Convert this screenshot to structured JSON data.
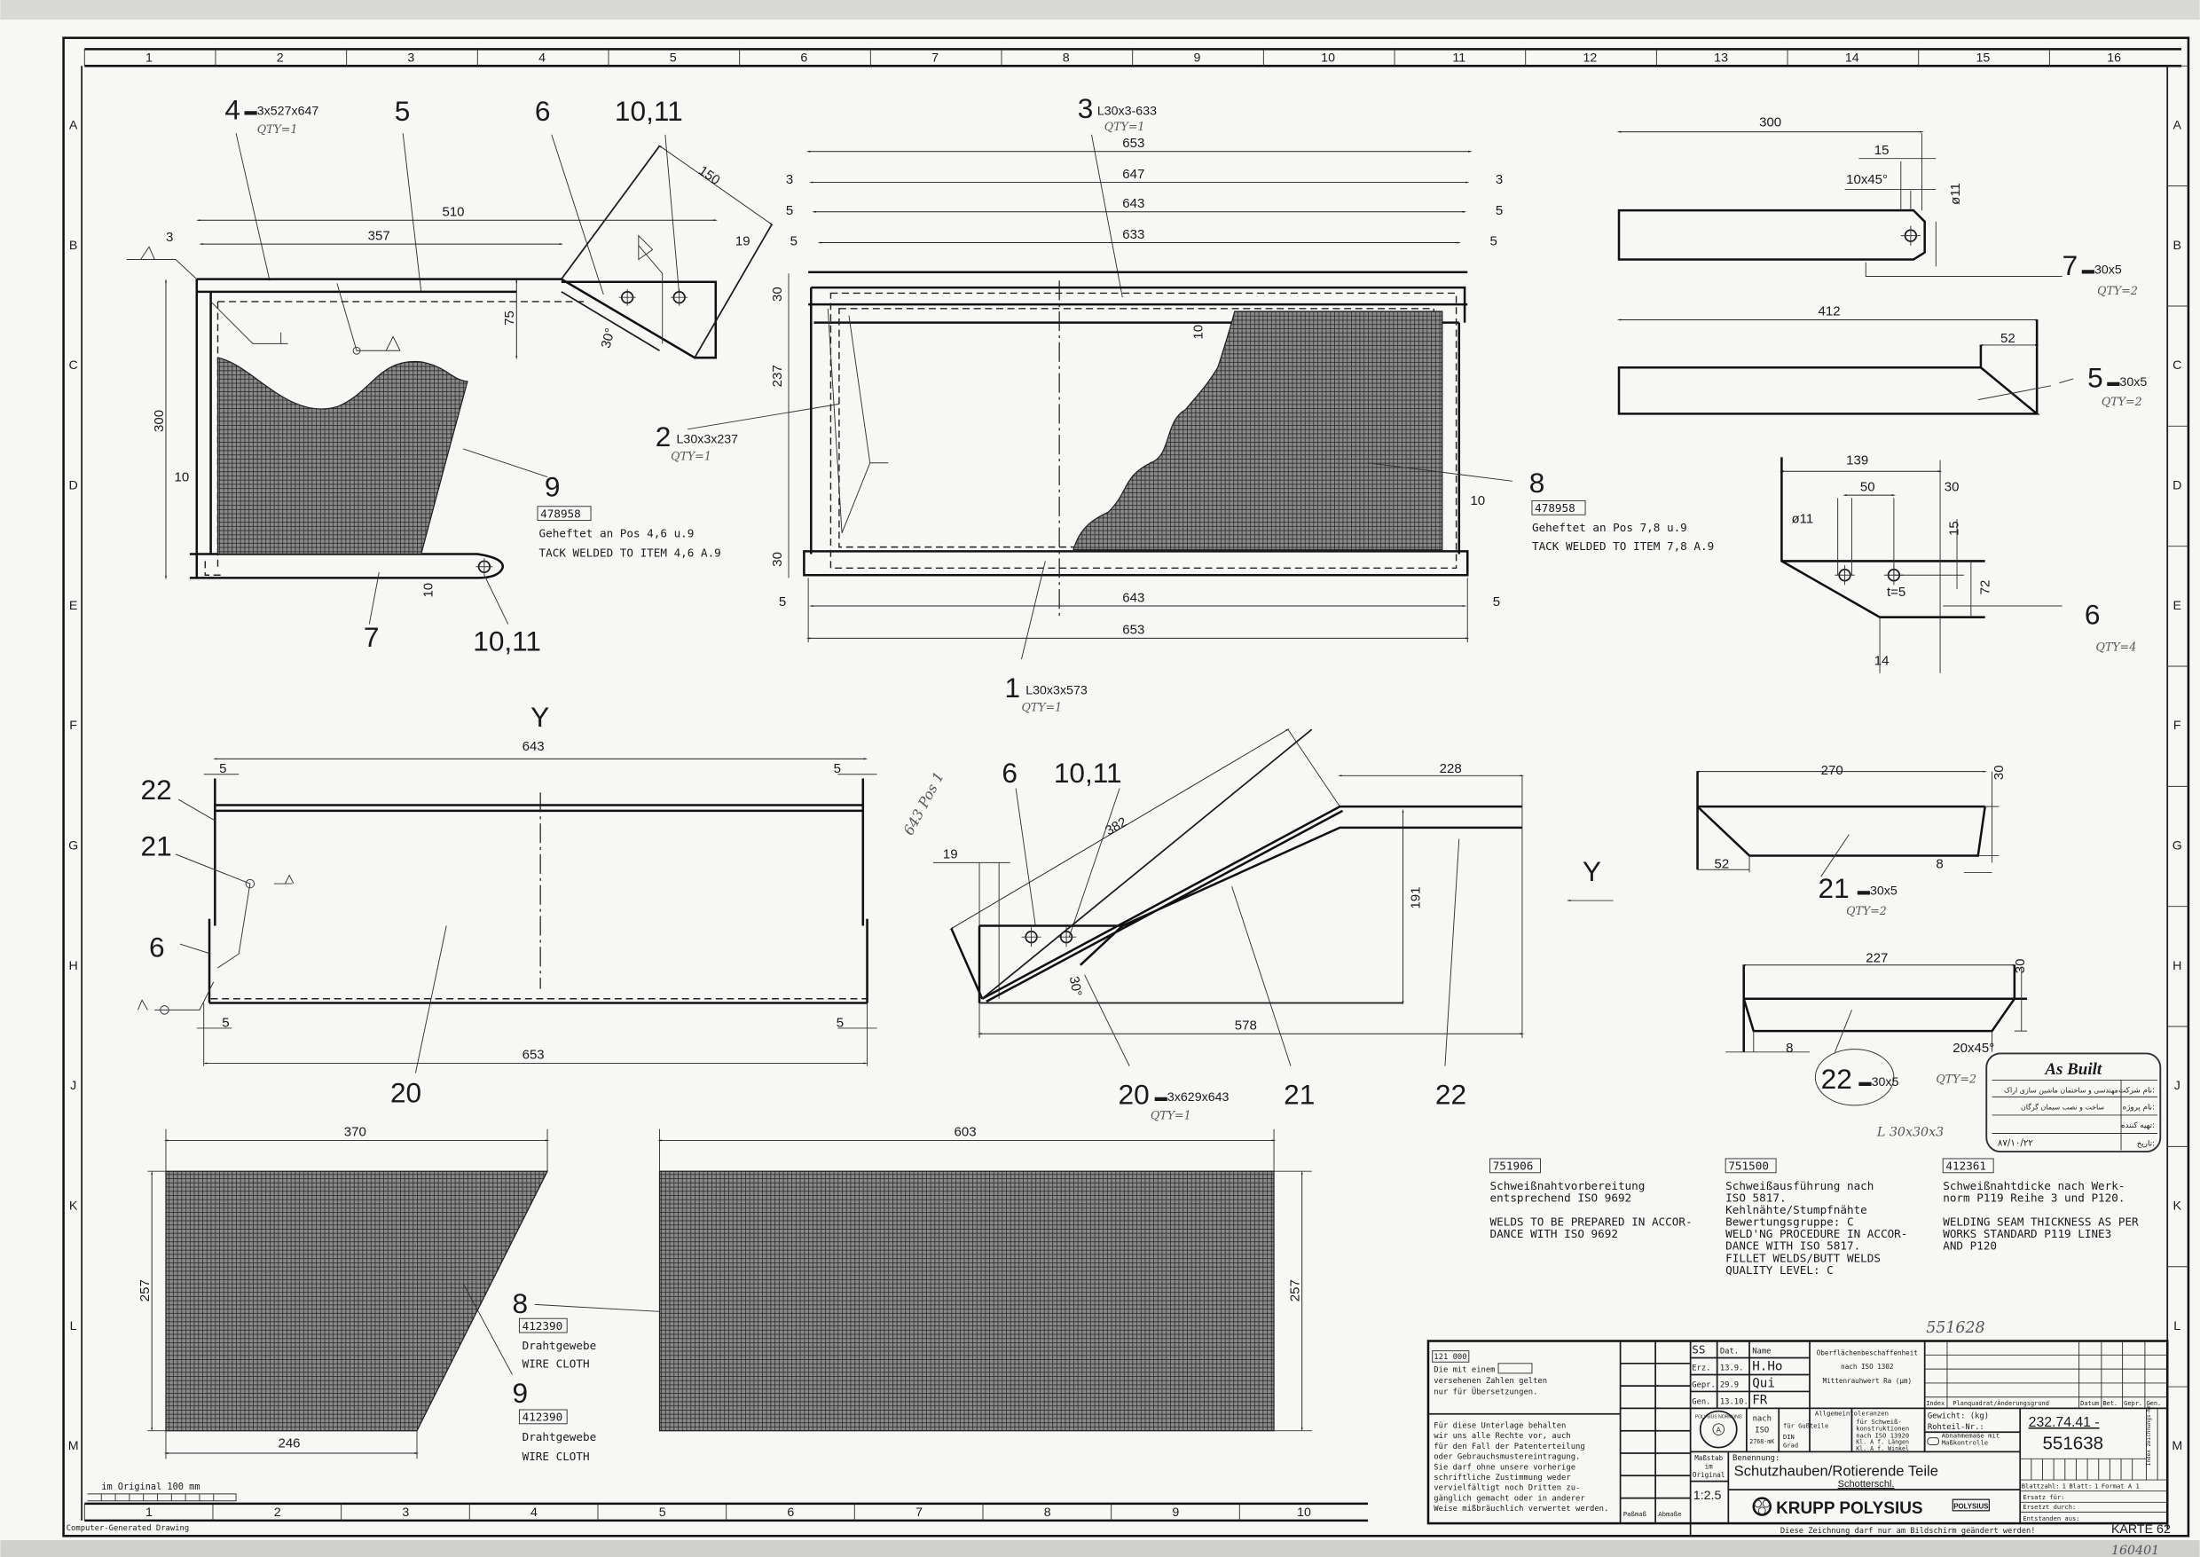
{
  "sheet": {
    "columns": [
      "1",
      "2",
      "3",
      "4",
      "5",
      "6",
      "7",
      "8",
      "9",
      "10",
      "11",
      "12",
      "13",
      "14",
      "15",
      "16"
    ],
    "rows": [
      "A",
      "B",
      "C",
      "D",
      "E",
      "F",
      "G",
      "H",
      "J",
      "K",
      "L",
      "M"
    ],
    "bottom_columns": [
      "1",
      "2",
      "3",
      "4",
      "5",
      "6",
      "7",
      "8",
      "9",
      "10"
    ],
    "footer_text": "Computer-Generated Drawing",
    "scale_bar_label": "im Original 100 mm",
    "card_label": "KARTE 62",
    "handwritten_code": "160401"
  },
  "view_top_left": {
    "item4": {
      "num": "4",
      "spec": "▬3x527x647",
      "qty": "QTY=1"
    },
    "item5": "5",
    "item6": "6",
    "item10_11_top": "10,11",
    "item7": "7",
    "item10_11_bottom": "10,11",
    "item9": "9",
    "dims": {
      "d510": "510",
      "d357": "357",
      "d3": "3",
      "d19": "19",
      "d150": "150",
      "d75": "75",
      "d300": "300",
      "d10a": "10",
      "d10b": "10",
      "angle": "30°"
    },
    "item2": {
      "num": "2",
      "spec": "L30x3x237",
      "qty": "QTY=1"
    },
    "note": {
      "code": "478958",
      "de": "Geheftet an Pos 4,6 u.9",
      "en": "TACK WELDED TO ITEM 4,6 A.9"
    }
  },
  "view_top_middle": {
    "item3": {
      "num": "3",
      "spec": "L30x3-633",
      "qty": "QTY=1"
    },
    "item1": {
      "num": "1",
      "spec": "L30x3x573",
      "qty": "QTY=1"
    },
    "item8": "8",
    "dims": {
      "d653": "653",
      "d647": "647",
      "d643": "643",
      "d633": "633",
      "d3": "3",
      "d5": "5",
      "d30": "30",
      "d237": "237",
      "d10": "10",
      "d643b": "643",
      "d653b": "653"
    },
    "note": {
      "code": "478958",
      "de": "Geheftet an Pos 7,8 u.9",
      "en": "TACK WELDED TO ITEM 7,8 A.9"
    }
  },
  "details_right": {
    "part7": {
      "num": "7",
      "spec": "▬30x5",
      "qty": "QTY=2",
      "d300": "300",
      "d15": "15",
      "chamfer": "10x45°",
      "hole": "ø11"
    },
    "part5": {
      "num": "5",
      "spec": "▬30x5",
      "qty": "QTY=2",
      "d412": "412",
      "d52": "52"
    },
    "part6": {
      "num": "6",
      "qty": "QTY=4",
      "d139": "139",
      "d50": "50",
      "d30": "30",
      "hole": "ø11",
      "d15": "15",
      "thickness": "t=5",
      "d72": "72",
      "d14": "14"
    },
    "part21": {
      "num": "21",
      "spec": "▬30x5",
      "qty": "QTY=2",
      "d270": "270",
      "d30": "30",
      "d52": "52",
      "d8": "8"
    },
    "part22": {
      "num": "22",
      "spec": "▬30x5",
      "qty": "QTY=2",
      "d227": "227",
      "d30": "30",
      "d8": "8",
      "chamfer": "20x45°",
      "hand_note": "L 30x30x3"
    }
  },
  "view_y": {
    "title": "Y",
    "d643": "643",
    "d653": "653",
    "d5": "5",
    "item22": "22",
    "item21": "21",
    "item6": "6",
    "item20": "20"
  },
  "view_side": {
    "item6": "6",
    "item10_11": "10,11",
    "d382": "382",
    "d19": "19",
    "d228": "228",
    "d191": "191",
    "d578": "578",
    "angle": "30°",
    "item20": {
      "num": "20",
      "spec": "▬3x629x643",
      "qty": "QTY=1"
    },
    "item21": "21",
    "item22": "22",
    "view_arrow": "Y",
    "hand_note": "643 Pos 1"
  },
  "weld_notes": [
    {
      "code": "751906",
      "lines": [
        "Schweißnahtvorbereitung",
        "entsprechend ISO 9692",
        "",
        "WELDS TO BE PREPARED IN ACCOR-",
        "DANCE WITH ISO 9692"
      ]
    },
    {
      "code": "751500",
      "lines": [
        "Schweißausführung nach",
        "ISO 5817.",
        "Kehlnähte/Stumpfnähte",
        "Bewertungsgruppe: C",
        "WELD'NG PROCEDURE IN ACCOR-",
        "DANCE WITH ISO 5817.",
        "FILLET WELDS/BUTT WELDS",
        "QUALITY LEVEL: C"
      ]
    },
    {
      "code": "412361",
      "lines": [
        "Schweißnahtdicke nach Werk-",
        "norm P119 Reihe 3 und P120.",
        "",
        "WELDING SEAM THICKNESS AS PER",
        "WORKS STANDARD P119 LINE3",
        "AND P120"
      ]
    }
  ],
  "as_built_stamp": {
    "title": "As Built",
    "company_label": "نام شرکت:",
    "company": "مهندسی و ساختمان ماشین سازی اراک",
    "project_label": "نام پروژه:",
    "project": "ساخت و نصب سیمان گرگان",
    "prepared_label": "تهیه کننده:",
    "date_label": "تاریخ:",
    "date": "۸۷/۱۰/۲۲"
  },
  "hand_ref": "551628",
  "mesh_parts": {
    "part9": {
      "d370": "370",
      "d257": "257",
      "d246": "246",
      "num": "9",
      "code": "412390",
      "de": "Drahtgewebe",
      "en": "WIRE CLOTH"
    },
    "part8": {
      "d603": "603",
      "d257": "257",
      "num": "8",
      "code": "412390",
      "de": "Drahtgewebe",
      "en": "WIRE CLOTH"
    }
  },
  "title_block": {
    "translation_note": {
      "code": "121 000",
      "line1": "Die mit einem",
      "line2": "versehenen Zahlen gelten",
      "line3": "nur für Übersetzungen."
    },
    "rights_note": [
      "Für diese Unterlage behalten",
      "wir uns alle Rechte vor, auch",
      "für den Fall der Patenterteilung",
      "oder Gebrauchsmustereintragung.",
      "Sie darf ohne unsere vorherige",
      "schriftliche Zustimmung weder",
      "vervielfältigt noch Dritten zu-",
      "gänglich gemacht oder in anderer",
      "Weise mißbräuchlich verwertet werden."
    ],
    "col_passmass": "Paßmaß",
    "col_abmasse": "Abmaße",
    "approvals_header": [
      "SS",
      "Dat.",
      "Name"
    ],
    "approvals": [
      [
        "Erz.",
        "13.9.",
        "H.Ho"
      ],
      [
        "Gepr.",
        "29.9",
        "Qui"
      ],
      [
        "Gen.",
        "13.10.",
        "FR"
      ]
    ],
    "surface": [
      "Oberflächenbeschaffenheit",
      "nach ISO 1302",
      "Mittenrauhwert Ra (µm)"
    ],
    "revision_header": [
      "Index",
      "Planquadrat/Änderungsgrund",
      "Datum",
      "Bet.",
      "Gepr.",
      "Gen."
    ],
    "stamp": {
      "ring": "POLYSIUS NORMUNG",
      "letter": "A"
    },
    "tol_nach": "nach",
    "tol_iso": "ISO",
    "tol_class": "2768-mK",
    "tol_title": "Allgemeintoleranzen",
    "tol_cast": "für Gußteile",
    "tol_din": "DIN",
    "tol_grad": "Grad",
    "tol_weld": [
      "für Schweiß-",
      "konstruktionen",
      "nach ISO 13920"
    ],
    "tol_len": "Kl. A f. Längen",
    "tol_ang": "Kl. A f. Winkel",
    "weight_label": "Gewicht: (kg)",
    "blank_label": "Rohteil-Nr.:",
    "inspection": "Abnahmemaße mit Maßkontrolle",
    "drawing_number": "232.74.41 -",
    "part_number": "551638",
    "scale_label": [
      "Maßstab",
      "im",
      "Original"
    ],
    "scale": "1:2.5",
    "designation_label": "Benennung:",
    "title": "Schutzhauben/Rotierende Teile",
    "subtitle": "Schotterschl.",
    "company": "KRUPP POLYSIUS",
    "company_badge": "POLYSIUS",
    "sheet_count_label": "Blattzahl:",
    "sheet_count": "1",
    "sheet_label": "Blatt:",
    "sheet": "1",
    "format_label": "Format",
    "format": "A 1",
    "replaces": "Ersatz für:",
    "replaced_by": "Ersetzt durch:",
    "derived_from": "Entstanden aus:",
    "side_label": "Index  Zeichnungs-Nr.",
    "screen_note": "Diese Zeichnung darf nur am Bildschirm geändert werden!"
  }
}
